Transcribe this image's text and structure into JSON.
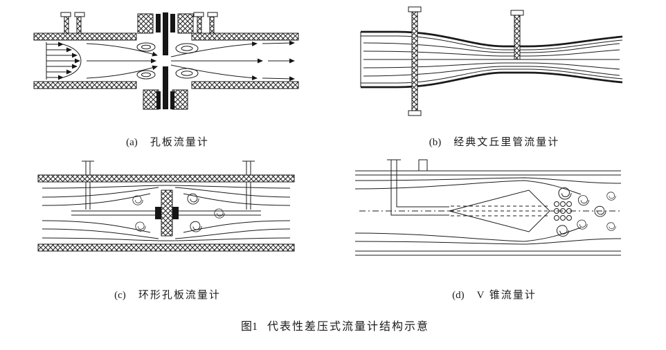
{
  "figure": {
    "panels": [
      {
        "tag": "(a)",
        "title": "孔板流量计"
      },
      {
        "tag": "(b)",
        "title": "经典文丘里管流量计"
      },
      {
        "tag": "(c)",
        "title": "环形孔板流量计"
      },
      {
        "tag": "(d)",
        "title": "V 锥流量计"
      }
    ],
    "caption": {
      "prefix": "图1",
      "title": "代表性差压式流量计结构示意"
    },
    "colors": {
      "ink": "#1a1a1a",
      "background": "#ffffff"
    }
  }
}
